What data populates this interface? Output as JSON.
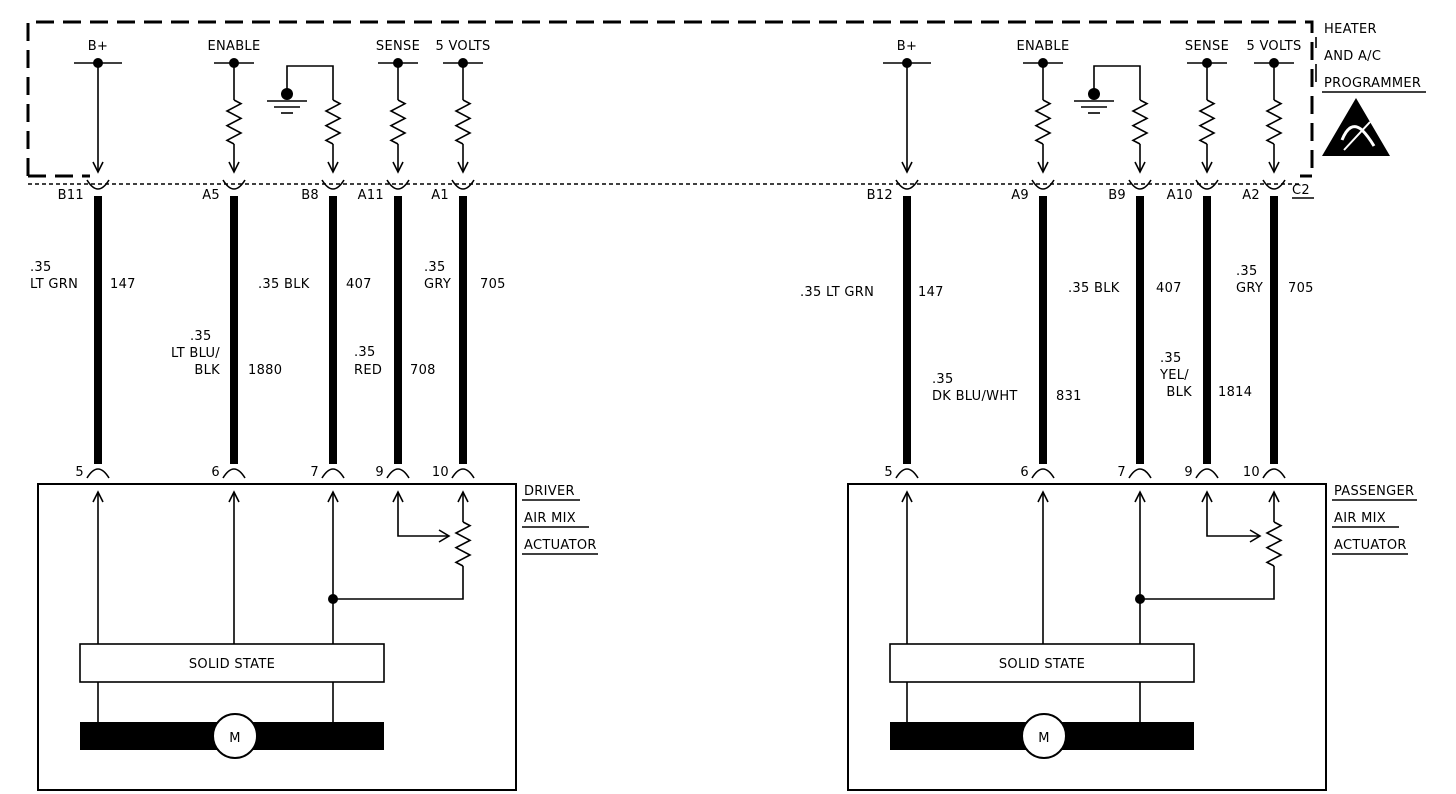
{
  "programmer": {
    "title_lines": [
      "HEATER",
      "AND A/C",
      "PROGRAMMER"
    ],
    "connector": "C2"
  },
  "sides": [
    {
      "id": "driver",
      "pins": [
        {
          "func": "B+",
          "cavity": "B11"
        },
        {
          "func": "ENABLE",
          "cavity": "A5"
        },
        {
          "func": "",
          "cavity": "B8"
        },
        {
          "func": "SENSE",
          "cavity": "A11"
        },
        {
          "func": "5 VOLTS",
          "cavity": "A1"
        }
      ],
      "wires": [
        {
          "gauge": ".35",
          "color_lines": [
            "LT GRN"
          ],
          "circuit": "147"
        },
        {
          "gauge": ".35",
          "color_lines": [
            "LT BLU/",
            "BLK"
          ],
          "circuit": "1880"
        },
        {
          "gauge": ".35",
          "color_lines": [
            "BLK"
          ],
          "circuit": "407"
        },
        {
          "gauge": ".35",
          "color_lines": [
            "RED"
          ],
          "circuit": "708"
        },
        {
          "gauge": ".35",
          "color_lines": [
            "GRY"
          ],
          "circuit": "705"
        }
      ],
      "actuator_terminals": [
        "5",
        "6",
        "7",
        "9",
        "10"
      ],
      "actuator_label_lines": [
        "DRIVER",
        "AIR MIX",
        "ACTUATOR"
      ],
      "solid_state": "SOLID STATE",
      "motor": "M"
    },
    {
      "id": "passenger",
      "pins": [
        {
          "func": "B+",
          "cavity": "B12"
        },
        {
          "func": "ENABLE",
          "cavity": "A9"
        },
        {
          "func": "",
          "cavity": "B9"
        },
        {
          "func": "SENSE",
          "cavity": "A10"
        },
        {
          "func": "5 VOLTS",
          "cavity": "A2"
        }
      ],
      "wires": [
        {
          "gauge": ".35",
          "color_lines": [
            "LT GRN"
          ],
          "circuit": "147"
        },
        {
          "gauge": ".35",
          "color_lines": [
            "DK BLU/WHT"
          ],
          "circuit": "831"
        },
        {
          "gauge": ".35",
          "color_lines": [
            "BLK"
          ],
          "circuit": "407"
        },
        {
          "gauge": ".35",
          "color_lines": [
            "YEL/",
            "BLK"
          ],
          "circuit": "1814"
        },
        {
          "gauge": ".35",
          "color_lines": [
            "GRY"
          ],
          "circuit": "705"
        }
      ],
      "actuator_terminals": [
        "5",
        "6",
        "7",
        "9",
        "10"
      ],
      "actuator_label_lines": [
        "PASSENGER",
        "AIR MIX",
        "ACTUATOR"
      ],
      "solid_state": "SOLID STATE",
      "motor": "M"
    }
  ]
}
